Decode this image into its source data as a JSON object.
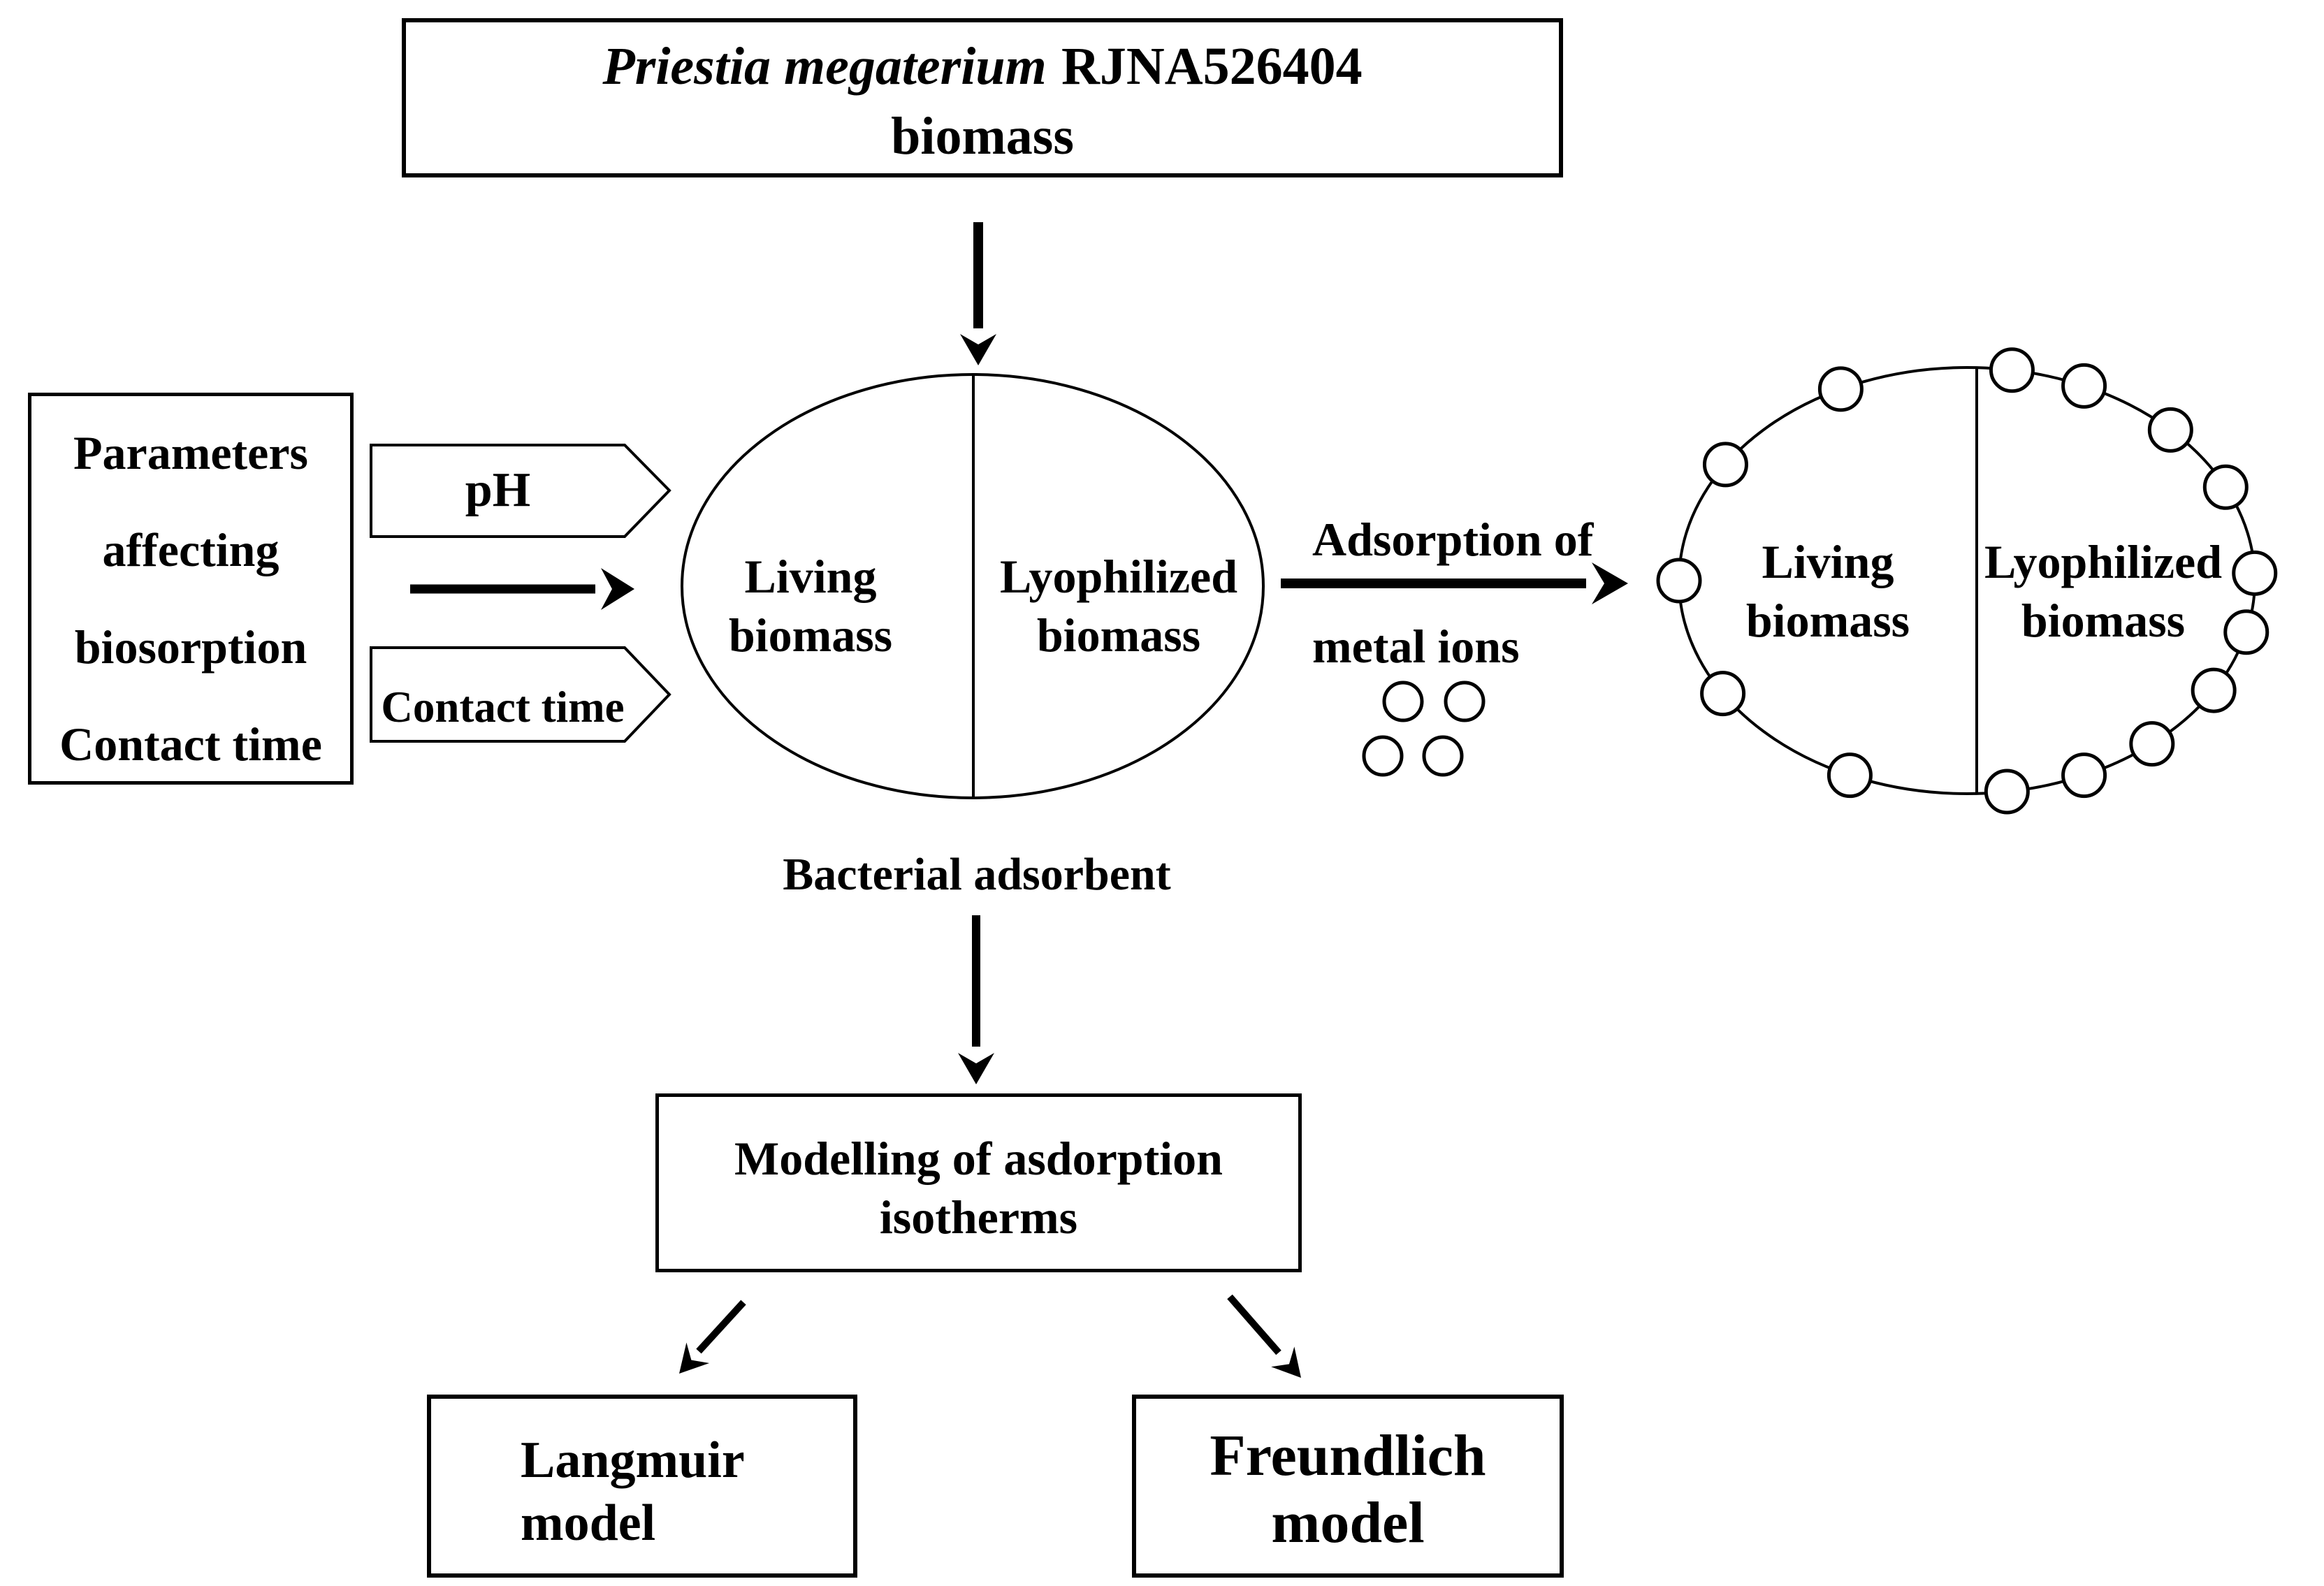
{
  "colors": {
    "ink": "#000000",
    "background": "#ffffff"
  },
  "title_box": {
    "species": "Priestia megaterium",
    "strain": "RJNA526404",
    "line2": "biomass"
  },
  "parameters_box": {
    "line1": "Parameters",
    "line2": "affecting",
    "line3": "biosorption",
    "line4": "Contact time"
  },
  "input_tags": {
    "ph": "pH",
    "contact_time": "Contact time"
  },
  "center_ellipse": {
    "left_line1": "Living",
    "left_line2": "biomass",
    "right_line1": "Lyophilized",
    "right_line2": "biomass",
    "caption": "Bacterial adsorbent"
  },
  "adsorption_arrow": {
    "line1": "Adsorption of",
    "line2": "metal ions"
  },
  "free_metal_ions": {
    "count": 4,
    "radius": 27,
    "positions": [
      [
        2008,
        1004
      ],
      [
        2096,
        1004
      ],
      [
        1979,
        1082
      ],
      [
        2065,
        1082
      ]
    ]
  },
  "right_ellipse": {
    "left_line1": "Living",
    "left_line2": "biomass",
    "right_line1": "Lyophilized",
    "right_line2": "biomass",
    "adsorbed_ion_count": 15,
    "ion_radius": 30,
    "adsorbed_ion_angles_deg": [
      147,
      116,
      81,
      66,
      45,
      26,
      2,
      -14,
      -31,
      -50,
      -66,
      -82,
      -114,
      -148,
      180
    ]
  },
  "modelling_box": {
    "line1": "Modelling of asdorption",
    "line2": "isotherms"
  },
  "langmuir_box": {
    "line1": "Langmuir",
    "line2": "model"
  },
  "freundlich_box": {
    "line1": "Freundlich",
    "line2": "model"
  }
}
